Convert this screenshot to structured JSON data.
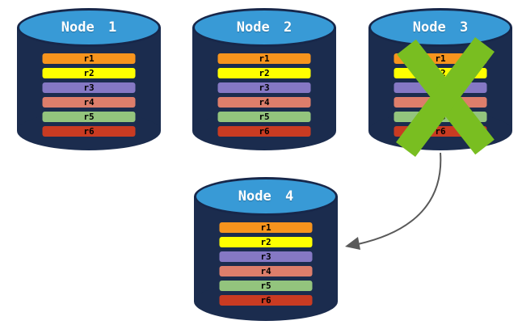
{
  "diagram": {
    "nodes": [
      {
        "title": "Node 1",
        "status": "active"
      },
      {
        "title": "Node 2",
        "status": "active"
      },
      {
        "title": "Node 3",
        "status": "failed"
      },
      {
        "title": "Node 4",
        "status": "active"
      }
    ],
    "rows": [
      {
        "label": "r1",
        "color": "#F7941D"
      },
      {
        "label": "r2",
        "color": "#FFFF00"
      },
      {
        "label": "r3",
        "color": "#8578C4"
      },
      {
        "label": "r4",
        "color": "#DD7E6B"
      },
      {
        "label": "r5",
        "color": "#93C47D"
      },
      {
        "label": "r6",
        "color": "#C93B22"
      }
    ],
    "arrow": {
      "from": "Node 3",
      "to": "Node 4"
    },
    "colors": {
      "cylinder_body": "#1B2C4E",
      "cylinder_top": "#389AD6",
      "cylinder_outline": "#17274A",
      "cross": "#79BE21",
      "arrow": "#595959",
      "row_text": "#000000",
      "title_text": "#FFFFFF"
    }
  }
}
